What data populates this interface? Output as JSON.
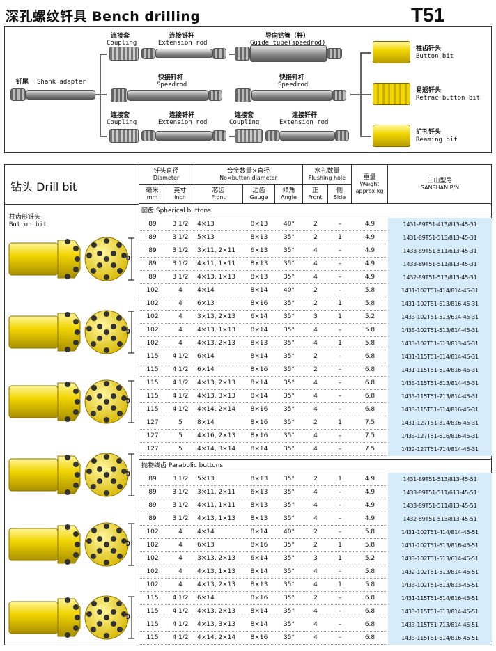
{
  "header": {
    "title": "深孔螺纹钎具  Bench drilling",
    "code": "T51"
  },
  "diagram": {
    "shank": {
      "cn": "钎尾",
      "en": "Shank adapter"
    },
    "coupling1": {
      "cn": "连接套",
      "en": "Coupling"
    },
    "extrod1": {
      "cn": "连接钎杆",
      "en": "Extension rod"
    },
    "guide": {
      "cn": "导向钻管（杆）",
      "en": "Guide tube(speedrod)"
    },
    "speed1": {
      "cn": "快接钎杆",
      "en": "Speedrod"
    },
    "speed2": {
      "cn": "快接钎杆",
      "en": "Speedrod"
    },
    "coupling2": {
      "cn": "连接套",
      "en": "Coupling"
    },
    "extrod2": {
      "cn": "连接钎杆",
      "en": "Extension rod"
    },
    "coupling3": {
      "cn": "连接套",
      "en": "Coupling"
    },
    "extrod3": {
      "cn": "连接钎杆",
      "en": "Extension rod"
    },
    "bit1": {
      "cn": "柱齿钎头",
      "en": "Button bit"
    },
    "bit2": {
      "cn": "易返钎头",
      "en": "Retrac button bit"
    },
    "bit3": {
      "cn": "扩孔钎头",
      "en": "Reaming bit"
    }
  },
  "table": {
    "title": "钻头  Drill bit",
    "category": {
      "cn": "柱齿形钎头",
      "en": "Button bit"
    },
    "headers": {
      "diameter": {
        "cn": "钎头直径",
        "en": "Diameter"
      },
      "mm": {
        "cn": "毫米",
        "en": "mm"
      },
      "inch": {
        "cn": "英寸",
        "en": "inch"
      },
      "buttons": {
        "cn": "合金数量×直径",
        "en": "No×button diameter"
      },
      "front": {
        "cn": "芯齿",
        "en": "Front"
      },
      "gauge": {
        "cn": "边齿",
        "en": "Gauge"
      },
      "angle": {
        "cn": "倾角",
        "en": "Angle"
      },
      "flush": {
        "cn": "水孔数量",
        "en": "Flushing hole"
      },
      "ffront": {
        "cn": "正",
        "en": "Front"
      },
      "fside": {
        "cn": "侧",
        "en": "Side"
      },
      "weight": {
        "cn": "重量",
        "en": "Weight approx kg"
      },
      "pn": {
        "cn": "三山型号",
        "en": "SANSHAN P/N"
      }
    },
    "section1": "圆齿  Spherical buttons",
    "section2": "抛物线齿  Parabolic buttons",
    "rows1": [
      [
        "89",
        "3 1/2",
        "4×13",
        "8×13",
        "40°",
        "2",
        "–",
        "4.9",
        "1431-89T51-413/813-45-31"
      ],
      [
        "89",
        "3 1/2",
        "5×13",
        "8×13",
        "35°",
        "2",
        "1",
        "4.9",
        "1431-89T51-513/813-45-31"
      ],
      [
        "89",
        "3 1/2",
        "3×11, 2×11",
        "6×13",
        "35°",
        "4",
        "–",
        "4.9",
        "1433-89T51-511/613-45-31"
      ],
      [
        "89",
        "3 1/2",
        "4×11, 1×11",
        "8×13",
        "35°",
        "4",
        "–",
        "4.9",
        "1433-89T51-511/813-45-31"
      ],
      [
        "89",
        "3 1/2",
        "4×13, 1×13",
        "8×13",
        "35°",
        "4",
        "–",
        "4.9",
        "1432-89T51-513/813-45-31"
      ],
      [
        "102",
        "4",
        "4×14",
        "8×14",
        "40°",
        "2",
        "–",
        "5.8",
        "1431-102T51-414/814-45-31"
      ],
      [
        "102",
        "4",
        "6×13",
        "8×16",
        "35°",
        "2",
        "1",
        "5.8",
        "1431-102T51-613/816-45-31"
      ],
      [
        "102",
        "4",
        "3×13, 2×13",
        "6×14",
        "35°",
        "3",
        "1",
        "5.2",
        "1433-102T51-513/614-45-31"
      ],
      [
        "102",
        "4",
        "4×13, 1×13",
        "8×14",
        "35°",
        "4",
        "–",
        "5.8",
        "1433-102T51-513/814-45-31"
      ],
      [
        "102",
        "4",
        "4×13, 2×13",
        "8×13",
        "35°",
        "4",
        "1",
        "5.8",
        "1433-102T51-613/813-45-31"
      ],
      [
        "115",
        "4 1/2",
        "6×14",
        "8×14",
        "35°",
        "2",
        "–",
        "6.8",
        "1431-115T51-614/814-45-31"
      ],
      [
        "115",
        "4 1/2",
        "6×14",
        "8×16",
        "35°",
        "2",
        "–",
        "6.8",
        "1431-115T51-614/816-45-31"
      ],
      [
        "115",
        "4 1/2",
        "4×13, 2×13",
        "8×14",
        "35°",
        "4",
        "–",
        "6.8",
        "1433-115T51-613/814-45-31"
      ],
      [
        "115",
        "4 1/2",
        "4×13, 3×13",
        "8×14",
        "35°",
        "4",
        "–",
        "6.8",
        "1433-115T51-713/814-45-31"
      ],
      [
        "115",
        "4 1/2",
        "4×14, 2×14",
        "8×16",
        "35°",
        "4",
        "–",
        "6.8",
        "1433-115T51-614/816-45-31"
      ],
      [
        "127",
        "5",
        "8×14",
        "8×16",
        "35°",
        "2",
        "1",
        "7.5",
        "1431-127T51-814/816-45-31"
      ],
      [
        "127",
        "5",
        "4×16, 2×13",
        "8×16",
        "35°",
        "4",
        "–",
        "7.5",
        "1433-127T51-616/816-45-31"
      ],
      [
        "127",
        "5",
        "4×14, 3×14",
        "8×14",
        "35°",
        "4",
        "–",
        "7.5",
        "1432-127T51-714/814-45-31"
      ]
    ],
    "rows2": [
      [
        "89",
        "3 1/2",
        "5×13",
        "8×13",
        "35°",
        "2",
        "1",
        "4.9",
        "1431-89T51-513/813-45-51"
      ],
      [
        "89",
        "3 1/2",
        "3×11, 2×11",
        "6×13",
        "35°",
        "4",
        "–",
        "4.9",
        "1433-89T51-511/613-45-51"
      ],
      [
        "89",
        "3 1/2",
        "4×11, 1×11",
        "8×13",
        "35°",
        "4",
        "–",
        "4.9",
        "1433-89T51-511/813-45-51"
      ],
      [
        "89",
        "3 1/2",
        "4×13, 1×13",
        "8×13",
        "35°",
        "4",
        "–",
        "4.9",
        "1432-89T51-513/813-45-51"
      ],
      [
        "102",
        "4",
        "4×14",
        "8×14",
        "40°",
        "2",
        "–",
        "5.8",
        "1431-102T51-414/814-45-51"
      ],
      [
        "102",
        "4",
        "6×13",
        "8×16",
        "35°",
        "2",
        "1",
        "5.8",
        "1431-102T51-613/816-45-51"
      ],
      [
        "102",
        "4",
        "3×13, 2×13",
        "6×14",
        "35°",
        "3",
        "1",
        "5.2",
        "1433-102T51-513/614-45-51"
      ],
      [
        "102",
        "4",
        "4×13, 1×13",
        "8×14",
        "35°",
        "4",
        "–",
        "5.8",
        "1432-102T51-513/814-45-51"
      ],
      [
        "102",
        "4",
        "4×13, 2×13",
        "8×13",
        "35°",
        "4",
        "1",
        "5.8",
        "1433-102T51-613/813-45-51"
      ],
      [
        "115",
        "4 1/2",
        "6×14",
        "8×16",
        "35°",
        "2",
        "–",
        "6.8",
        "1431-115T51-614/816-45-51"
      ],
      [
        "115",
        "4 1/2",
        "4×13, 2×13",
        "8×14",
        "35°",
        "4",
        "–",
        "6.8",
        "1433-115T51-613/814-45-51"
      ],
      [
        "115",
        "4 1/2",
        "4×13, 3×13",
        "8×14",
        "35°",
        "4",
        "–",
        "6.8",
        "1433-115T51-713/814-45-51"
      ],
      [
        "115",
        "4 1/2",
        "4×14, 2×14",
        "8×16",
        "35°",
        "4",
        "–",
        "6.8",
        "1433-115T51-614/816-45-51"
      ]
    ],
    "dim_label": "D"
  }
}
